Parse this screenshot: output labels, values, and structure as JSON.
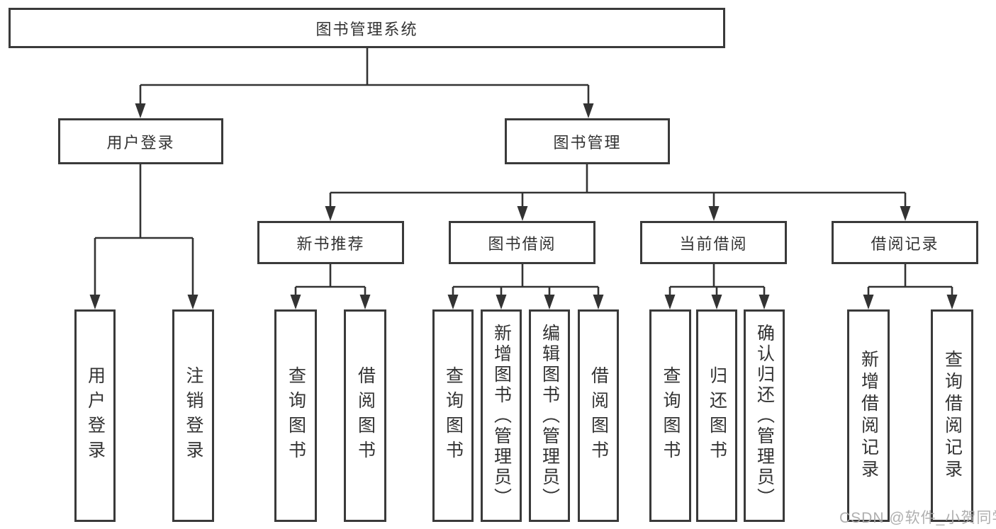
{
  "diagram": {
    "root": "图书管理系统",
    "branches": [
      {
        "label": "用户登录",
        "children": [
          "用户登录",
          "注销登录"
        ]
      },
      {
        "label": "图书管理",
        "sections": [
          {
            "label": "新书推荐",
            "children": [
              "查询图书",
              "借阅图书"
            ]
          },
          {
            "label": "图书借阅",
            "children": [
              "查询图书",
              "新增图书（管理员）",
              "编辑图书（管理员）",
              "借阅图书"
            ]
          },
          {
            "label": "当前借阅",
            "children": [
              "查询图书",
              "归还图书",
              "确认归还（管理员）"
            ]
          },
          {
            "label": "借阅记录",
            "children": [
              "新增借阅记录",
              "查询借阅记录"
            ]
          }
        ]
      }
    ],
    "colors": {
      "line": "#333333",
      "border": "#3a3a3a",
      "text": "#333333",
      "watermark": "#a8a8a8"
    }
  },
  "watermark": "CSDN @软件_小贺同学"
}
